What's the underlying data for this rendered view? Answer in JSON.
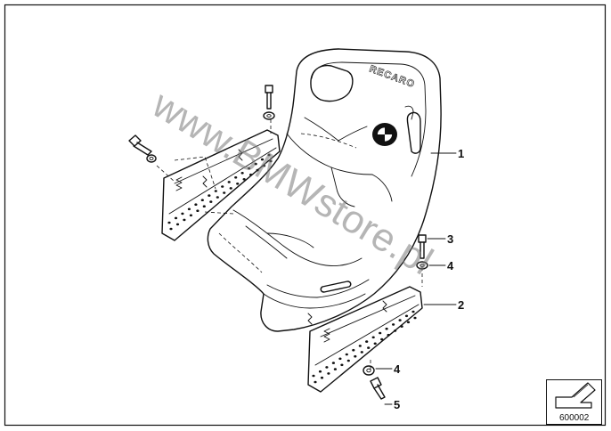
{
  "diagram": {
    "seat_logo_text": "RECARO",
    "watermark": "www.BMWstore.pl",
    "callouts": {
      "c1": "1",
      "c2": "2",
      "c3": "3",
      "c4a": "4",
      "c4b": "4",
      "c5": "5"
    },
    "reference_number": "600002",
    "icons": [
      "arrow-icon",
      "bmw-roundel-icon"
    ]
  }
}
